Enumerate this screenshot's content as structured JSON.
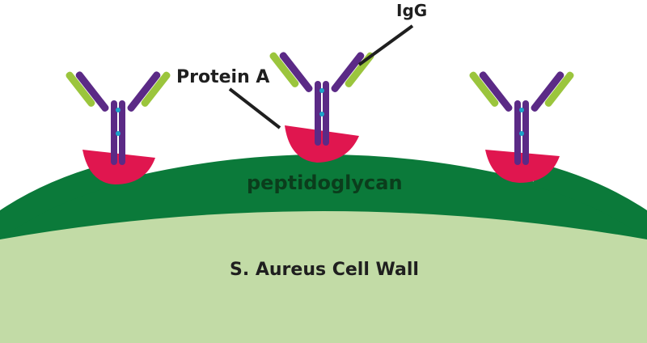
{
  "labels": {
    "igg": "IgG",
    "protein_a": "Protein A",
    "peptidoglycan": "peptidoglycan",
    "cell_wall": "S. Aureus Cell Wall"
  },
  "colors": {
    "background": "#ffffff",
    "cell_interior": "#c2dba6",
    "peptidoglycan_layer": "#0b7a3a",
    "protein_a": "#e0164f",
    "igg_heavy_chain": "#5b2a86",
    "igg_light_chain": "#9bc53d",
    "igg_disulfide": "#1aa3c9",
    "leader_line": "#1f1f1f"
  },
  "complexes": [
    {
      "name": "left",
      "has_protein_a": true,
      "has_igg": true
    },
    {
      "name": "center",
      "has_protein_a": true,
      "has_igg": true
    },
    {
      "name": "right",
      "has_protein_a": true,
      "has_igg": true
    }
  ]
}
